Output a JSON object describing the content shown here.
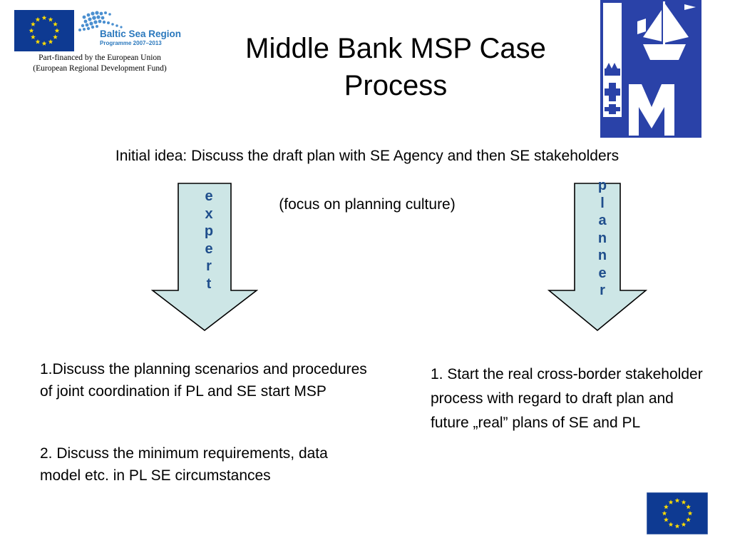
{
  "header": {
    "financing_line1": "Part-financed by the European Union",
    "financing_line2": "(European Regional Development Fund)",
    "bsr_name": "Baltic Sea Region",
    "bsr_programme": "Programme 2007–2013"
  },
  "title": {
    "line1": "Middle Bank MSP Case",
    "line2": "Process"
  },
  "intro": {
    "line1": "Initial idea: Discuss the draft plan with SE Agency and then SE stakeholders",
    "line2": "(focus on planning culture)"
  },
  "arrows": {
    "left_letters": [
      "e",
      "x",
      "p",
      "e",
      "r",
      "t"
    ],
    "right_letters": [
      "p",
      "l",
      "a",
      "n",
      "n",
      "e",
      "r"
    ]
  },
  "left_column": {
    "item1": "1.Discuss the planning scenarios and procedures of joint coordination if PL and SE start MSP",
    "item2": "2. Discuss the minimum requirements, data model etc. in PL SE circumstances"
  },
  "right_column": {
    "item1": "1. Start the real cross-border stakeholder process with regard to draft plan and future „real” plans of SE and PL"
  },
  "colors": {
    "arrow_fill": "#cde6e6",
    "arrow_word": "#1f4e8c",
    "eu_blue": "#0e3a92",
    "eu_star": "#ffdd00",
    "logo_blue": "#2a42a8"
  },
  "icons": {
    "eu_flag_top": "eu-flag",
    "bsr_logo": "baltic-sea-region-logo",
    "institute_logo": "ship-m-logo",
    "eu_flag_bottom": "eu-flag"
  }
}
